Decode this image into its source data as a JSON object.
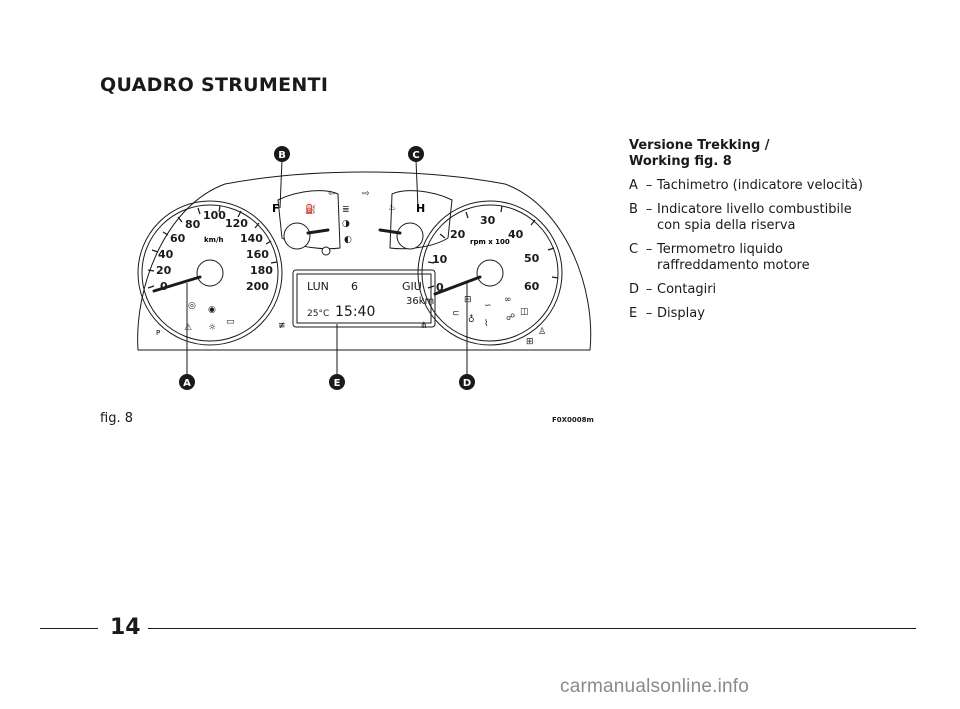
{
  "page": {
    "title": "QUADRO STRUMENTI",
    "page_number": "14",
    "watermark": "carmanualsonline.info"
  },
  "figure": {
    "caption": "fig. 8",
    "code": "F0X0008m",
    "callouts": [
      "A",
      "B",
      "C",
      "D",
      "E"
    ],
    "speedometer": {
      "unit": "km/h",
      "ticks": [
        "0",
        "20",
        "40",
        "60",
        "80",
        "100",
        "120",
        "140",
        "160",
        "180",
        "200"
      ]
    },
    "fuel_gauge": {
      "full": "F"
    },
    "temp_gauge": {
      "hot": "H"
    },
    "tachometer": {
      "unit": "rpm x 100",
      "ticks": [
        "0",
        "10",
        "20",
        "30",
        "40",
        "50",
        "60"
      ]
    },
    "display": {
      "day": "LUN",
      "date": "6",
      "month": "GIU",
      "trip": "36km",
      "temp": "25°C",
      "time": "15:40"
    },
    "left_corner_mark": "P"
  },
  "side": {
    "heading_lines": [
      "Versione Trekking /",
      "Working fig. 8"
    ],
    "items": [
      {
        "key": "A",
        "lines": [
          "Tachimetro (indicatore velocità)"
        ]
      },
      {
        "key": "B",
        "lines": [
          "Indicatore livello combustibile",
          "con spia della riserva"
        ]
      },
      {
        "key": "C",
        "lines": [
          "Termometro liquido",
          "raffreddamento motore"
        ]
      },
      {
        "key": "D",
        "lines": [
          "Contagiri"
        ]
      },
      {
        "key": "E",
        "lines": [
          "Display"
        ]
      }
    ]
  }
}
